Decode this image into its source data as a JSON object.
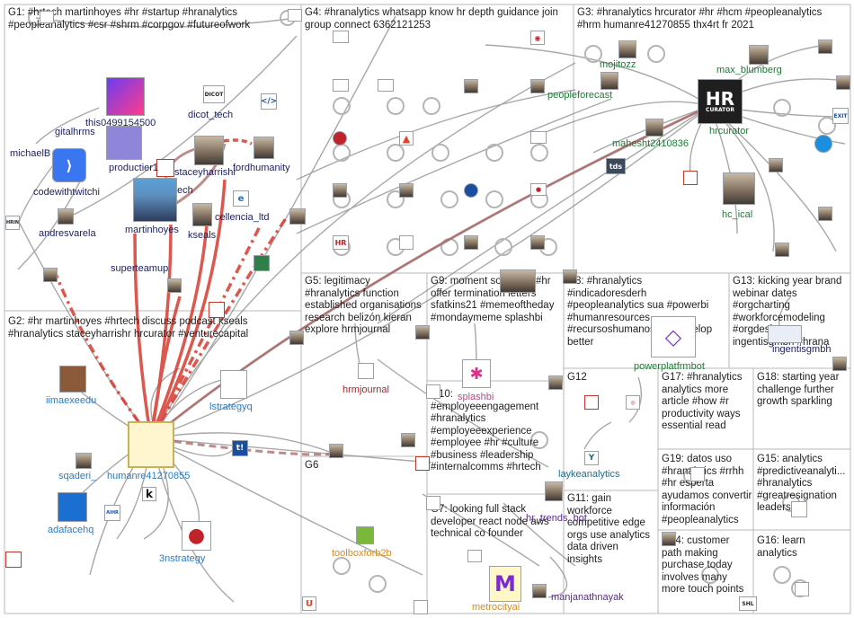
{
  "groups": [
    {
      "id": "G1",
      "title": "G1: #hrtech martinhoyes #hr #startup #hranalytics\n#peopleanalytics #csr #shrm #corpgov #futureofwork"
    },
    {
      "id": "G2",
      "title": "G2: #hr martinhoyes #hrtech discuss podcast kseals\n#hranalytics staceyharrishr hrcurator #venturecapital"
    },
    {
      "id": "G3",
      "title": "G3: #hranalytics hrcurator #hr #hcm #peopleanalytics\n#hrm humanre41270855 thx4rt fr 2021"
    },
    {
      "id": "G4",
      "title": "G4: #hranalytics whatsapp know hr depth guidance join\ngroup connect 6362121253"
    },
    {
      "id": "G5",
      "title": "G5: legitimacy\n#hranalytics function\nestablished organisations\nresearch belizón kieran\nexplore hrmjournal"
    },
    {
      "id": "G9",
      "title": "G9: moment someone #hr\noffer termination letters\nsfatkins21 #memeoftheday\n#mondaymeme splashbi"
    },
    {
      "id": "G8",
      "title": "G8: #hranalytics\n#indicadoresderh\n#peopleanalytics sua #powerbi\n#humanresources\n#recursoshumanos #rh develop\nbetter"
    },
    {
      "id": "G13",
      "title": "G13: kicking year brand\nwebinar dates\n#orgcharting\n#workforcemodeling\n#orgdesign\ningentisgmbh #hrana"
    },
    {
      "id": "G10",
      "title": "G10:\n#employeeengagement\n#hranalytics\n#employeeexperience\n#employee #hr #culture\n#business #leadership\n#internalcomms #hrtech"
    },
    {
      "id": "G12",
      "title": "G12"
    },
    {
      "id": "G17",
      "title": "G17: #hranalytics\nanalytics more\narticle #how #r\nproductivity ways\nessential read"
    },
    {
      "id": "G18",
      "title": "G18: starting year\nchallenge further\ngrowth sparkling"
    },
    {
      "id": "G6",
      "title": "G6"
    },
    {
      "id": "G7",
      "title": "G7: looking full stack\ndeveloper react node aws\ntechnical co founder"
    },
    {
      "id": "G11",
      "title": "G11: gain\nworkforce\ncompetitive edge\norgs use analytics\ndata driven\ninsights"
    },
    {
      "id": "G19",
      "title": "G19: datos uso\n#hranalytics #rrhh\n#hr esperta\nayudamos convertir\ninformación\n#peopleanalytics"
    },
    {
      "id": "G15",
      "title": "G15: analytics\n#predictiveanalyti...\n#hranalytics\n#greatresignation\nleadership"
    },
    {
      "id": "G14",
      "title": "G14: customer\npath making\npurchase today\ninvolves many\nmore touch points"
    },
    {
      "id": "G16",
      "title": "G16: learn\nanalytics"
    }
  ],
  "nodes": {
    "this0499154500": "this0499154500",
    "dicot_tech": "dicot_tech",
    "gitalhrms": "gitalhrms",
    "michaelb": "michaelB",
    "productier1": "productier1",
    "staceyharrishr": "staceyharrishr",
    "fordhumanity": "fordhumanity",
    "codewithtwitchi": "codewithtwitchi",
    "ech": "ech",
    "martinhoyes": "martinhoyes",
    "cellencia_ltd": "cellencia_ltd",
    "andresvarela": "andresvarela",
    "kseals": "kseals",
    "superteamup": "superteamup",
    "iimaexeedu": "iimaexeedu",
    "lstrategyq": "lstrategyq",
    "sqaderi_": "sqaderi_",
    "humanre41270855": "humanre41270855",
    "adafacehq": "adafacehq",
    "3nstrategy": "3nstrategy",
    "mojitozz": "mojitozz",
    "max_blumberg": "max_blumberg",
    "peopleforecast": "peopleforecast",
    "hrcurator": "hrcurator",
    "mahesht2410836": "mahesht2410836",
    "hc_ical": "hc_ical",
    "hrmjournal": "hrmjournal",
    "splashbi": "splashbi",
    "powerplatfrmbot": "powerplatfrmbot",
    "ingentisgmbh": "ingentisgmbh",
    "laykeanalytics": "laykeanalytics",
    "toolboxforb2b": "toolboxforb2b",
    "metrocityai": "metrocityai",
    "manjanathnayak": "manjanathnayak",
    "hr_trends_bot": "hr_trends_bot"
  },
  "logos": {
    "hrcurator_line1": "HR",
    "hrcurator_line2": "CURATOR",
    "tds": "tds",
    "hrin": "HRIN",
    "shl": "SHL",
    "exit": "EXIT",
    "k": "k",
    "t": "t!",
    "u": "U",
    "aihr": "AIHR",
    "dicot": "DICOT",
    "hr": "HR"
  },
  "colors": {
    "edge": "#8c8c8c",
    "edge_strong": "#a35a5a",
    "edge_red": "#d63a2f",
    "label_dark_blue": "#1a1f63",
    "label_green": "#1e7b35",
    "label_teal": "#1b6f8c",
    "label_red": "#b0232a",
    "label_orange": "#d98b1f",
    "label_purple": "#5a2a86",
    "label_pink": "#c0448e",
    "label_light_blue": "#2a7cc4"
  }
}
